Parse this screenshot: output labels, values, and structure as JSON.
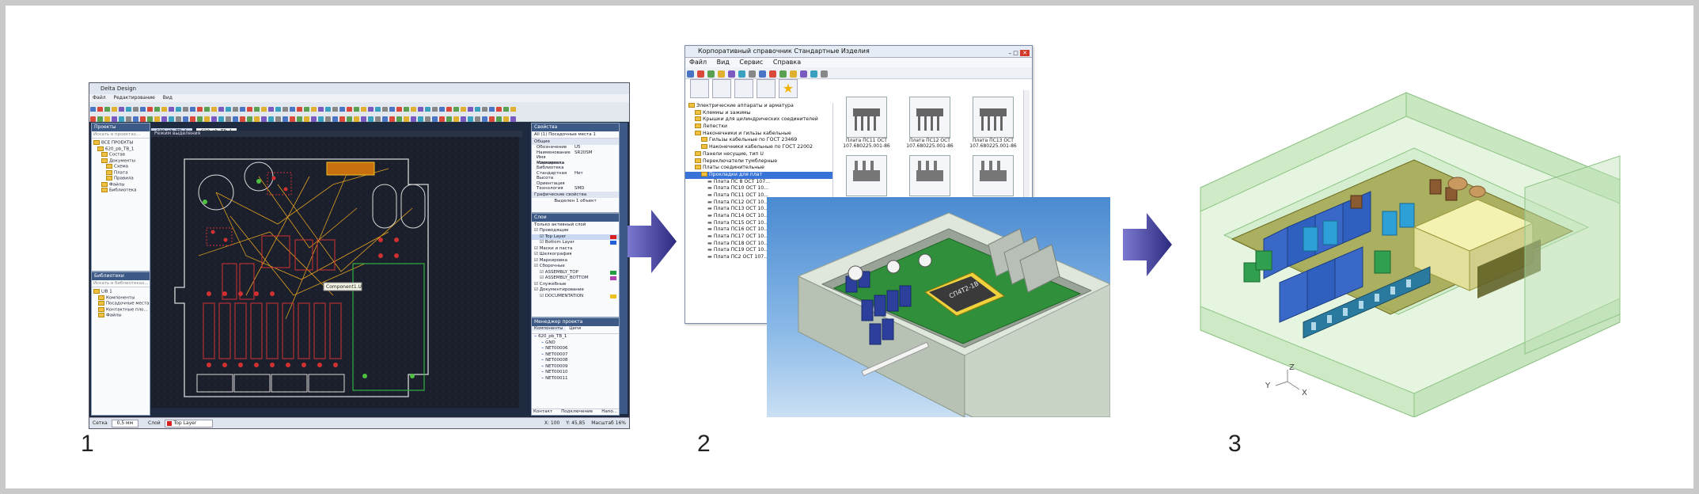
{
  "steps": {
    "step1": "1",
    "step2": "2",
    "step3": "3"
  },
  "colors": {
    "arrow": "#3b3a8e",
    "pcb_bg": "#1b1f2b",
    "trace": "#e0a020",
    "pad": "#d03030",
    "board_green": "#2e8b3a",
    "enclosure": "#a8dca0"
  },
  "pcb_editor": {
    "window_title": "Delta Design",
    "menu": [
      "Файл",
      "Редактирование",
      "Вид"
    ],
    "tabs": [
      "620_pb_TB_1",
      "620_pb_TB_1"
    ],
    "mode_label": "Режим выделения",
    "projects_panel": {
      "title": "Проекты",
      "search_placeholder": "Искать в проектах...",
      "items": [
        "ВСЕ ПРОЕКТЫ",
        "620_pb_TB_1",
        "Состав",
        "Документы",
        "Схема",
        "Плата",
        "Правила",
        "Файлы",
        "Библиотека"
      ]
    },
    "library_panel": {
      "title": "Библиотеки",
      "search_placeholder": "Искать в библиотеках...",
      "items": [
        "LIB 1",
        "Компоненты",
        "Посадочные места",
        "Контактные пло...",
        "Файлы"
      ]
    },
    "properties_panel": {
      "title": "Свойства",
      "subtitle": "All (1) Посадочные места 1",
      "group": "Общие",
      "rows": [
        "Обозначение",
        "Наименование",
        "Имя компонента",
        "Маркировка",
        "Библиотека",
        "Стандартная",
        "Высота",
        "Ориентация",
        "Технология"
      ],
      "values": [
        "U5",
        "SR20SM",
        "",
        "",
        "",
        "Нет",
        "",
        "",
        "SMD"
      ],
      "extra": "Графические свойства",
      "selected": "Выделен 1 объект"
    },
    "layers_panel": {
      "title": "Слои",
      "only_active": "Только активный слой",
      "items": [
        "Проводящие",
        "Top Layer",
        "Bottom Layer",
        "Маски и паста",
        "Шелкография",
        "Маркировка",
        "Сборочные",
        "ASSEMBLY_TOP",
        "ASSEMBLY_BOTTOM",
        "Служебные",
        "Документирование",
        "DOCUMENTATION"
      ]
    },
    "project_manager": {
      "title": "Менеджер проекта",
      "tabs": [
        "Компоненты",
        "Цепи"
      ],
      "items": [
        "620_pb_TB_1",
        "GND",
        "NET00006",
        "NET00007",
        "NET00008",
        "NET00009",
        "NET00010",
        "NET00011"
      ],
      "footer": [
        "Контакт",
        "Подключение",
        "Напо..."
      ]
    },
    "tooltip": "Component1.U1",
    "status": {
      "grid_label": "Сетка",
      "grid_value": "0,5 мм",
      "layer_label": "Слой",
      "layer_value": "Top Layer",
      "x_label": "X:",
      "x_value": "100",
      "y_label": "Y:",
      "y_value": "45,85",
      "scale_label": "Масштаб",
      "scale_value": "16%"
    }
  },
  "catalog": {
    "window_title": "Корпоративный справочник Стандартные Изделия",
    "menu": [
      "Файл",
      "Вид",
      "Сервис",
      "Справка"
    ],
    "tree": [
      "Электрические аппараты и арматура",
      "Клеммы и зажимы",
      "Крышки для цилиндрических соединителей",
      "Лепестки",
      "Наконечники и гильзы кабельные",
      "Гильзы кабельные по ГОСТ 23469",
      "Наконечники кабельные по ГОСТ 22002",
      "Панели несущие, тип U",
      "Переключатели тумблерные",
      "Платы соединительные",
      "Прокладки для плат",
      "Плата ПС 8 ОСТ 107...",
      "Плата ПС10 ОСТ 10...",
      "Плата ПС11 ОСТ 10...",
      "Плата ПС12 ОСТ 10...",
      "Плата ПС13 ОСТ 10...",
      "Плата ПС14 ОСТ 10...",
      "Плата ПС15 ОСТ 10...",
      "Плата ПС16 ОСТ 10...",
      "Плата ПС17 ОСТ 10...",
      "Плата ПС18 ОСТ 10...",
      "Плата ПС19 ОСТ 10...",
      "Плата ПС2 ОСТ 107..."
    ],
    "tiles": [
      {
        "line1": "Плата ПС11  ОСТ",
        "line2": "107.680225.001-86"
      },
      {
        "line1": "Плата ПС12  ОСТ",
        "line2": "107.680225.001-86"
      },
      {
        "line1": "Плата ПС13  ОСТ",
        "line2": "107.680225.001-86"
      },
      {
        "line1": "",
        "line2": ""
      },
      {
        "line1": "",
        "line2": ""
      },
      {
        "line1": "",
        "line2": ""
      }
    ]
  },
  "render": {
    "label": "СП4Т2-1В"
  },
  "axes": {
    "x": "X",
    "y": "Y",
    "z": "Z"
  }
}
